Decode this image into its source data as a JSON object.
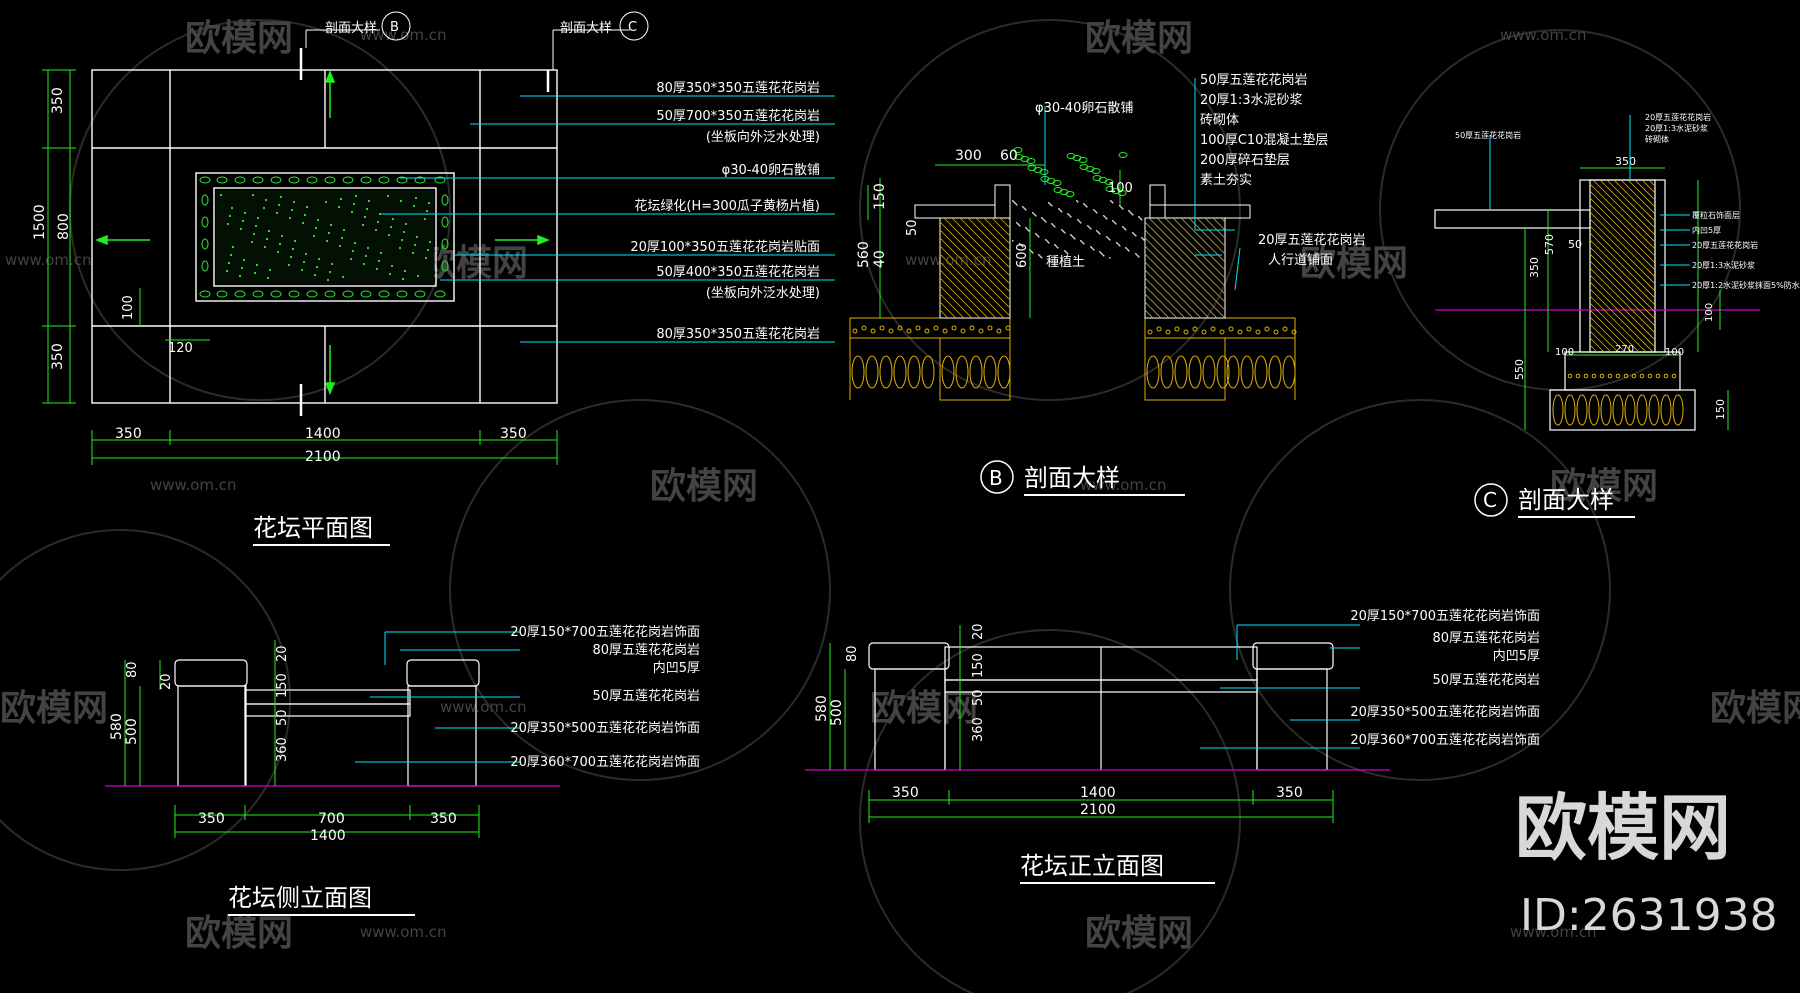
{
  "colors": {
    "background": "#000000",
    "outline": "#ffffff",
    "dimension": "#22ee22",
    "leader": "#00e5ff",
    "title": "#ffffff",
    "hatch_yellow": "#e0b000",
    "ground_magenta": "#cc00cc",
    "watermark": "#5a5a5a"
  },
  "watermark": {
    "logo_text": "欧模网",
    "url_text": "www.om.cn",
    "big_text": "欧模网",
    "id_text": "ID:2631938"
  },
  "plan": {
    "title": "花坛平面图",
    "section_b_label": "剖面大样",
    "section_b_mark": "B",
    "section_c_label": "剖面大样",
    "section_c_mark": "C",
    "dims": {
      "left_top": "350",
      "left_mid": "800",
      "left_total": "1500",
      "left_bottom": "350",
      "inner_100": "100",
      "inner_120": "120",
      "bottom_left": "350",
      "bottom_mid": "1400",
      "bottom_right": "350",
      "bottom_total": "2100"
    },
    "notes": [
      "80厚350*350五莲花花岗岩",
      "50厚700*350五莲花花岗岩",
      "(坐板向外泛水处理)",
      "φ30-40卵石散铺",
      "花坛绿化(H=300瓜子黄杨片植)",
      "20厚100*350五莲花花岗岩贴面",
      "50厚400*350五莲花花岗岩",
      "(坐板向外泛水处理)",
      "80厚350*350五莲花花岗岩"
    ]
  },
  "section_b": {
    "title": "剖面大样",
    "mark": "B",
    "notes_top": [
      "50厚五莲花花岗岩",
      "20厚1:3水泥砂浆",
      "砖砌体",
      "100厚C10混凝土垫层",
      "200厚碎石垫层",
      "素土夯实"
    ],
    "pebble_note": "φ30-40卵石散铺",
    "soil_label": "種植土",
    "right_note_1": "20厚五莲花花岗岩",
    "right_note_2": "人行道铺面",
    "dims": {
      "d300": "300",
      "d60": "60",
      "d150": "150",
      "d560": "560",
      "d40": "40",
      "d50": "50",
      "d100": "100",
      "d600": "600"
    }
  },
  "section_c": {
    "title": "剖面大样",
    "mark": "C",
    "notes": [
      "50厚五莲花花岗岩",
      "20厚五莲花花岗岩",
      "20厚1:3水泥砂浆",
      "砖砌体",
      "覆粒石饰面层",
      "内凹5厚",
      "20厚五莲花花岗岩",
      "20厚1:3水泥砂浆",
      "20厚1:2水泥砂浆抹面5%防水剂"
    ],
    "dims": {
      "d350": "350",
      "d570": "570",
      "d50": "50",
      "d350b": "350",
      "d100": "100",
      "d270": "270",
      "d550": "550",
      "d150": "150",
      "d100b": "100",
      "d100c": "100"
    }
  },
  "side_elevation": {
    "title": "花坛侧立面图",
    "dims": {
      "d580": "580",
      "d500": "500",
      "d80": "80",
      "d20": "20",
      "d20b": "20",
      "d150": "150",
      "d50": "50",
      "d360": "360",
      "bl": "350",
      "bm": "700",
      "br": "350",
      "bt": "1400"
    },
    "notes": [
      "20厚150*700五莲花花岗岩饰面",
      "80厚五莲花花岗岩",
      "内凹5厚",
      "50厚五莲花花岗岩",
      "20厚350*500五莲花花岗岩饰面",
      "20厚360*700五莲花花岗岩饰面"
    ]
  },
  "front_elevation": {
    "title": "花坛正立面图",
    "dims": {
      "d580": "580",
      "d500": "500",
      "d80": "80",
      "d20": "20",
      "d150": "150",
      "d50": "50",
      "d360": "360",
      "bl": "350",
      "bm": "1400",
      "br": "350",
      "bt": "2100"
    },
    "notes": [
      "20厚150*700五莲花花岗岩饰面",
      "80厚五莲花花岗岩",
      "内凹5厚",
      "50厚五莲花花岗岩",
      "20厚350*500五莲花花岗岩饰面",
      "20厚360*700五莲花花岗岩饰面"
    ]
  }
}
